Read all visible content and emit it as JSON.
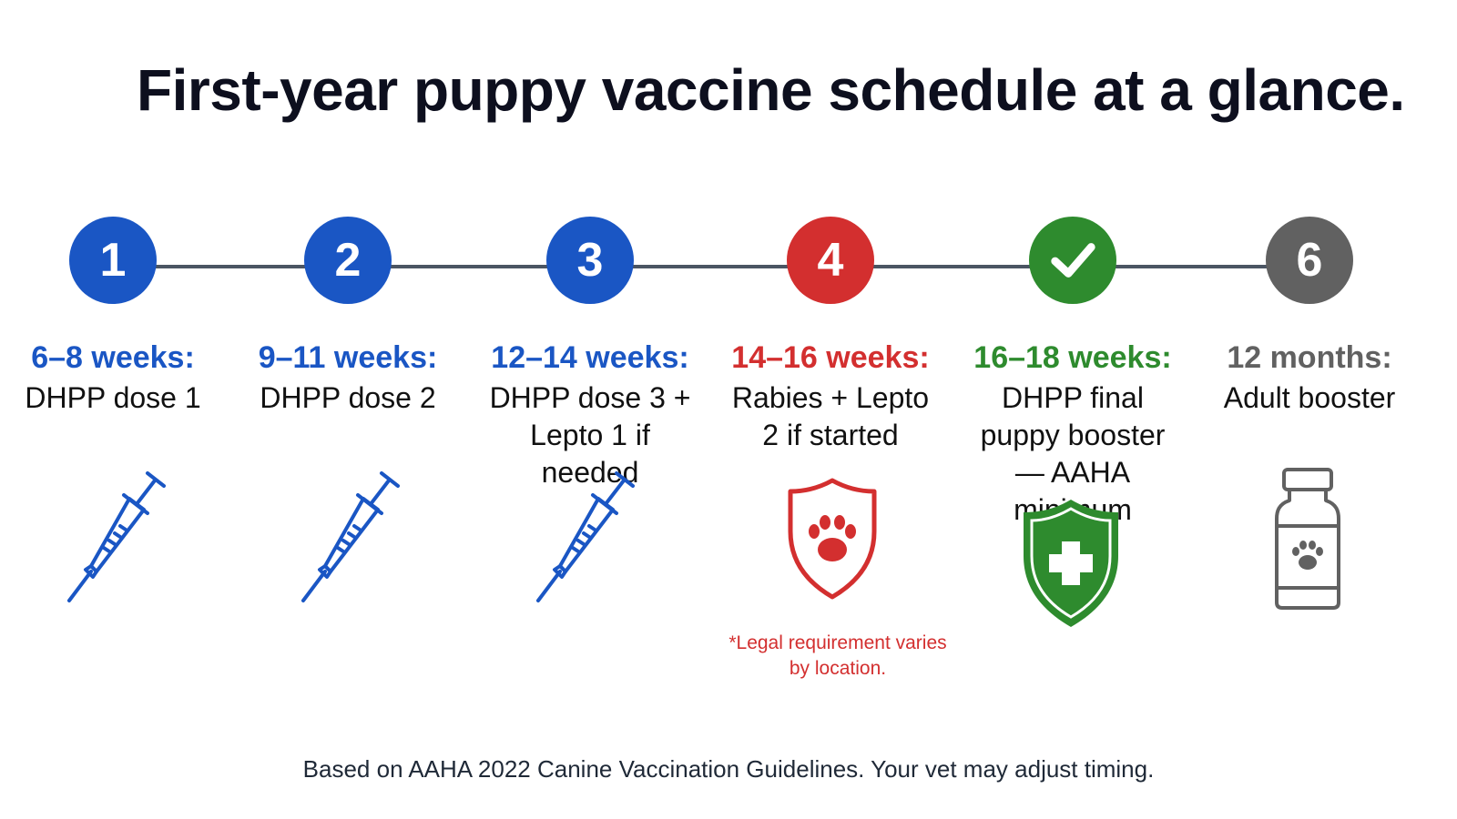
{
  "title": "First-year puppy vaccine schedule at a glance.",
  "colors": {
    "blue": "#1a56c4",
    "red": "#d32f2f",
    "green": "#2e8b2e",
    "gray": "#616161",
    "line": "#4b5563"
  },
  "steps": [
    {
      "marker": "1",
      "weeks": "6–8 weeks:",
      "desc": "DHPP dose 1",
      "color": "blue",
      "icon": "syringe-icon"
    },
    {
      "marker": "2",
      "weeks": "9–11 weeks:",
      "desc": "DHPP dose 2",
      "color": "blue",
      "icon": "syringe-icon"
    },
    {
      "marker": "3",
      "weeks": "12–14 weeks:",
      "desc": "DHPP dose 3 + Lepto 1 if needed",
      "color": "blue",
      "icon": "syringe-icon"
    },
    {
      "marker": "4",
      "weeks": "14–16 weeks:",
      "desc": "Rabies + Lepto 2 if started",
      "color": "red",
      "icon": "paw-shield-icon"
    },
    {
      "marker": "checkmark-icon",
      "weeks": "16–18 weeks:",
      "desc": "DHPP final puppy booster — AAHA minimum",
      "color": "green",
      "icon": "cross-shield-icon"
    },
    {
      "marker": "6",
      "weeks": "12 months:",
      "desc": "Adult booster",
      "color": "gray",
      "icon": "vaccine-bottle-icon"
    }
  ],
  "note": "*Legal requirement varies by location.",
  "footer": "Based on AAHA 2022 Canine Vaccination Guidelines. Your vet may adjust timing."
}
